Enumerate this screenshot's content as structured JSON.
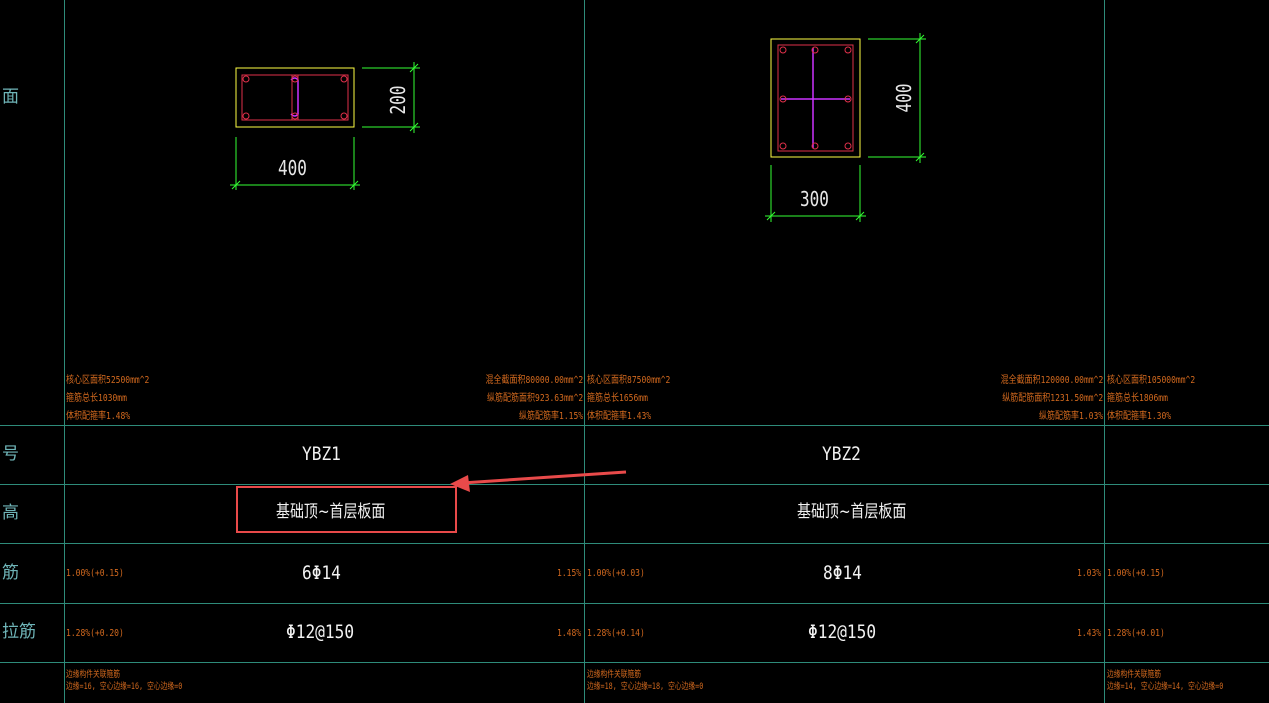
{
  "row_labels": [
    "面",
    "号",
    "高",
    "筋",
    "拉筋"
  ],
  "columns": [
    {
      "section_id": "YBZ1",
      "elevation": "基础顶~首层板面",
      "main_rebar": "6Φ14",
      "stirrup": "Φ12@150",
      "dim_width": "400",
      "dim_height": "200",
      "stats_left": [
        "核心区面积52500mm^2",
        "箍筋总长1030mm",
        "体积配箍率1.48%"
      ],
      "stats_right": [
        "混全截面积80000.00mm^2",
        "纵筋配筋面积923.63mm^2",
        "纵筋配筋率1.15%"
      ],
      "rebar_left": "1.00%(+0.15)",
      "rebar_right": "1.15%",
      "stirrup_left": "1.28%(+0.20)",
      "stirrup_right": "1.48%",
      "note_lines": [
        "边缘构件关联箍筋",
        "边缘=16, 空心边缘=16, 空心边缘=0"
      ]
    },
    {
      "section_id": "YBZ2",
      "elevation": "基础顶~首层板面",
      "main_rebar": "8Φ14",
      "stirrup": "Φ12@150",
      "dim_width": "300",
      "dim_height": "400",
      "stats_left": [
        "核心区面积87500mm^2",
        "箍筋总长1656mm",
        "体积配箍率1.43%"
      ],
      "stats_right": [
        "混全截面积120000.00mm^2",
        "纵筋配筋面积1231.50mm^2",
        "纵筋配筋率1.03%"
      ],
      "rebar_left": "1.00%(+0.03)",
      "rebar_right": "1.03%",
      "stirrup_left": "1.28%(+0.14)",
      "stirrup_right": "1.43%",
      "note_lines": [
        "边缘构件关联箍筋",
        "边缘=18, 空心边缘=18, 空心边缘=0"
      ]
    },
    {
      "stats_left": [
        "核心区面积105000mm^2",
        "箍筋总长1806mm",
        "体积配箍率1.30%"
      ],
      "rebar_left": "1.00%(+0.15)",
      "stirrup_left": "1.28%(+0.01)",
      "note_lines": [
        "边缘构件关联箍筋",
        "边缘=14, 空心边缘=14, 空心边缘=0"
      ]
    }
  ],
  "colors": {
    "grid": "#2e8b7a",
    "dimension": "#33ff33",
    "outline": "#ffff44",
    "rebar": "#e0304a",
    "tie": "#cc33ff",
    "annotation": "#d2691e",
    "highlight": "#e84a4a"
  }
}
